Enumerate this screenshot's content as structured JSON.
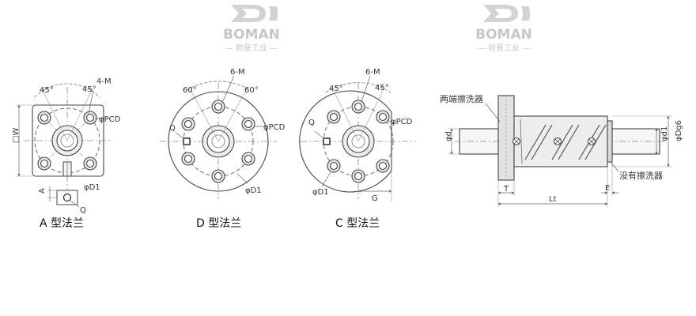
{
  "colors": {
    "line": "#444444",
    "hatch": "#777777",
    "dim": "#666666",
    "watermark": "#c7c7c7"
  },
  "watermark": {
    "brand": "BOMAN",
    "tagline": "— 勃曼工业 —"
  },
  "flange_a": {
    "caption": "A 型法兰",
    "labels": {
      "angle_left": "45°",
      "angle_right": "45°",
      "holes": "4-M",
      "pcd": "φPCD",
      "w": "□W",
      "d1": "φD1",
      "a": "A",
      "q": "Q"
    }
  },
  "flange_d": {
    "caption": "D 型法兰",
    "labels": {
      "holes": "6-M",
      "angle_left": "60°",
      "angle_right": "60°",
      "q": "Q",
      "pcd": "φPCD",
      "d1": "φD1"
    }
  },
  "flange_c": {
    "caption": "C 型法兰",
    "labels": {
      "holes": "6-M",
      "angle_left": "45°",
      "angle_right": "45°",
      "q": "Q",
      "pcd": "φPCD",
      "d1": "φD1",
      "g": "G"
    }
  },
  "side_view": {
    "labels": {
      "washer_two_ends": "两端擦洗器",
      "washer_none": "没有擦洗器",
      "shaft_d": "φd",
      "d1": "φd1",
      "dg6": "φDg6",
      "t": "T",
      "e": "E",
      "lt": "Lt"
    }
  }
}
